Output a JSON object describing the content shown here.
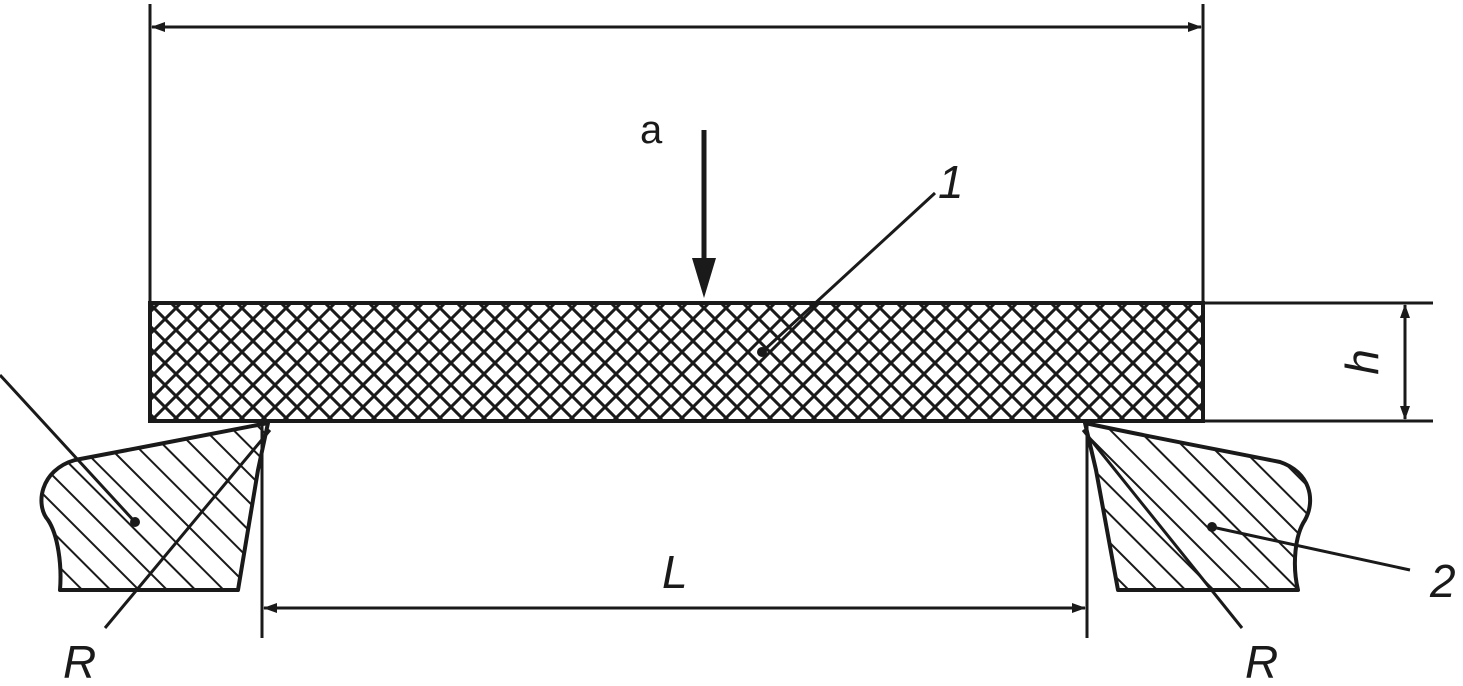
{
  "labels": {
    "load": "a",
    "specimen": "1",
    "support": "2",
    "span": "L",
    "thickness": "h",
    "radius_left": "R",
    "radius_right": "R"
  },
  "colors": {
    "ink": "#1a1a1a",
    "background": "#ffffff"
  }
}
